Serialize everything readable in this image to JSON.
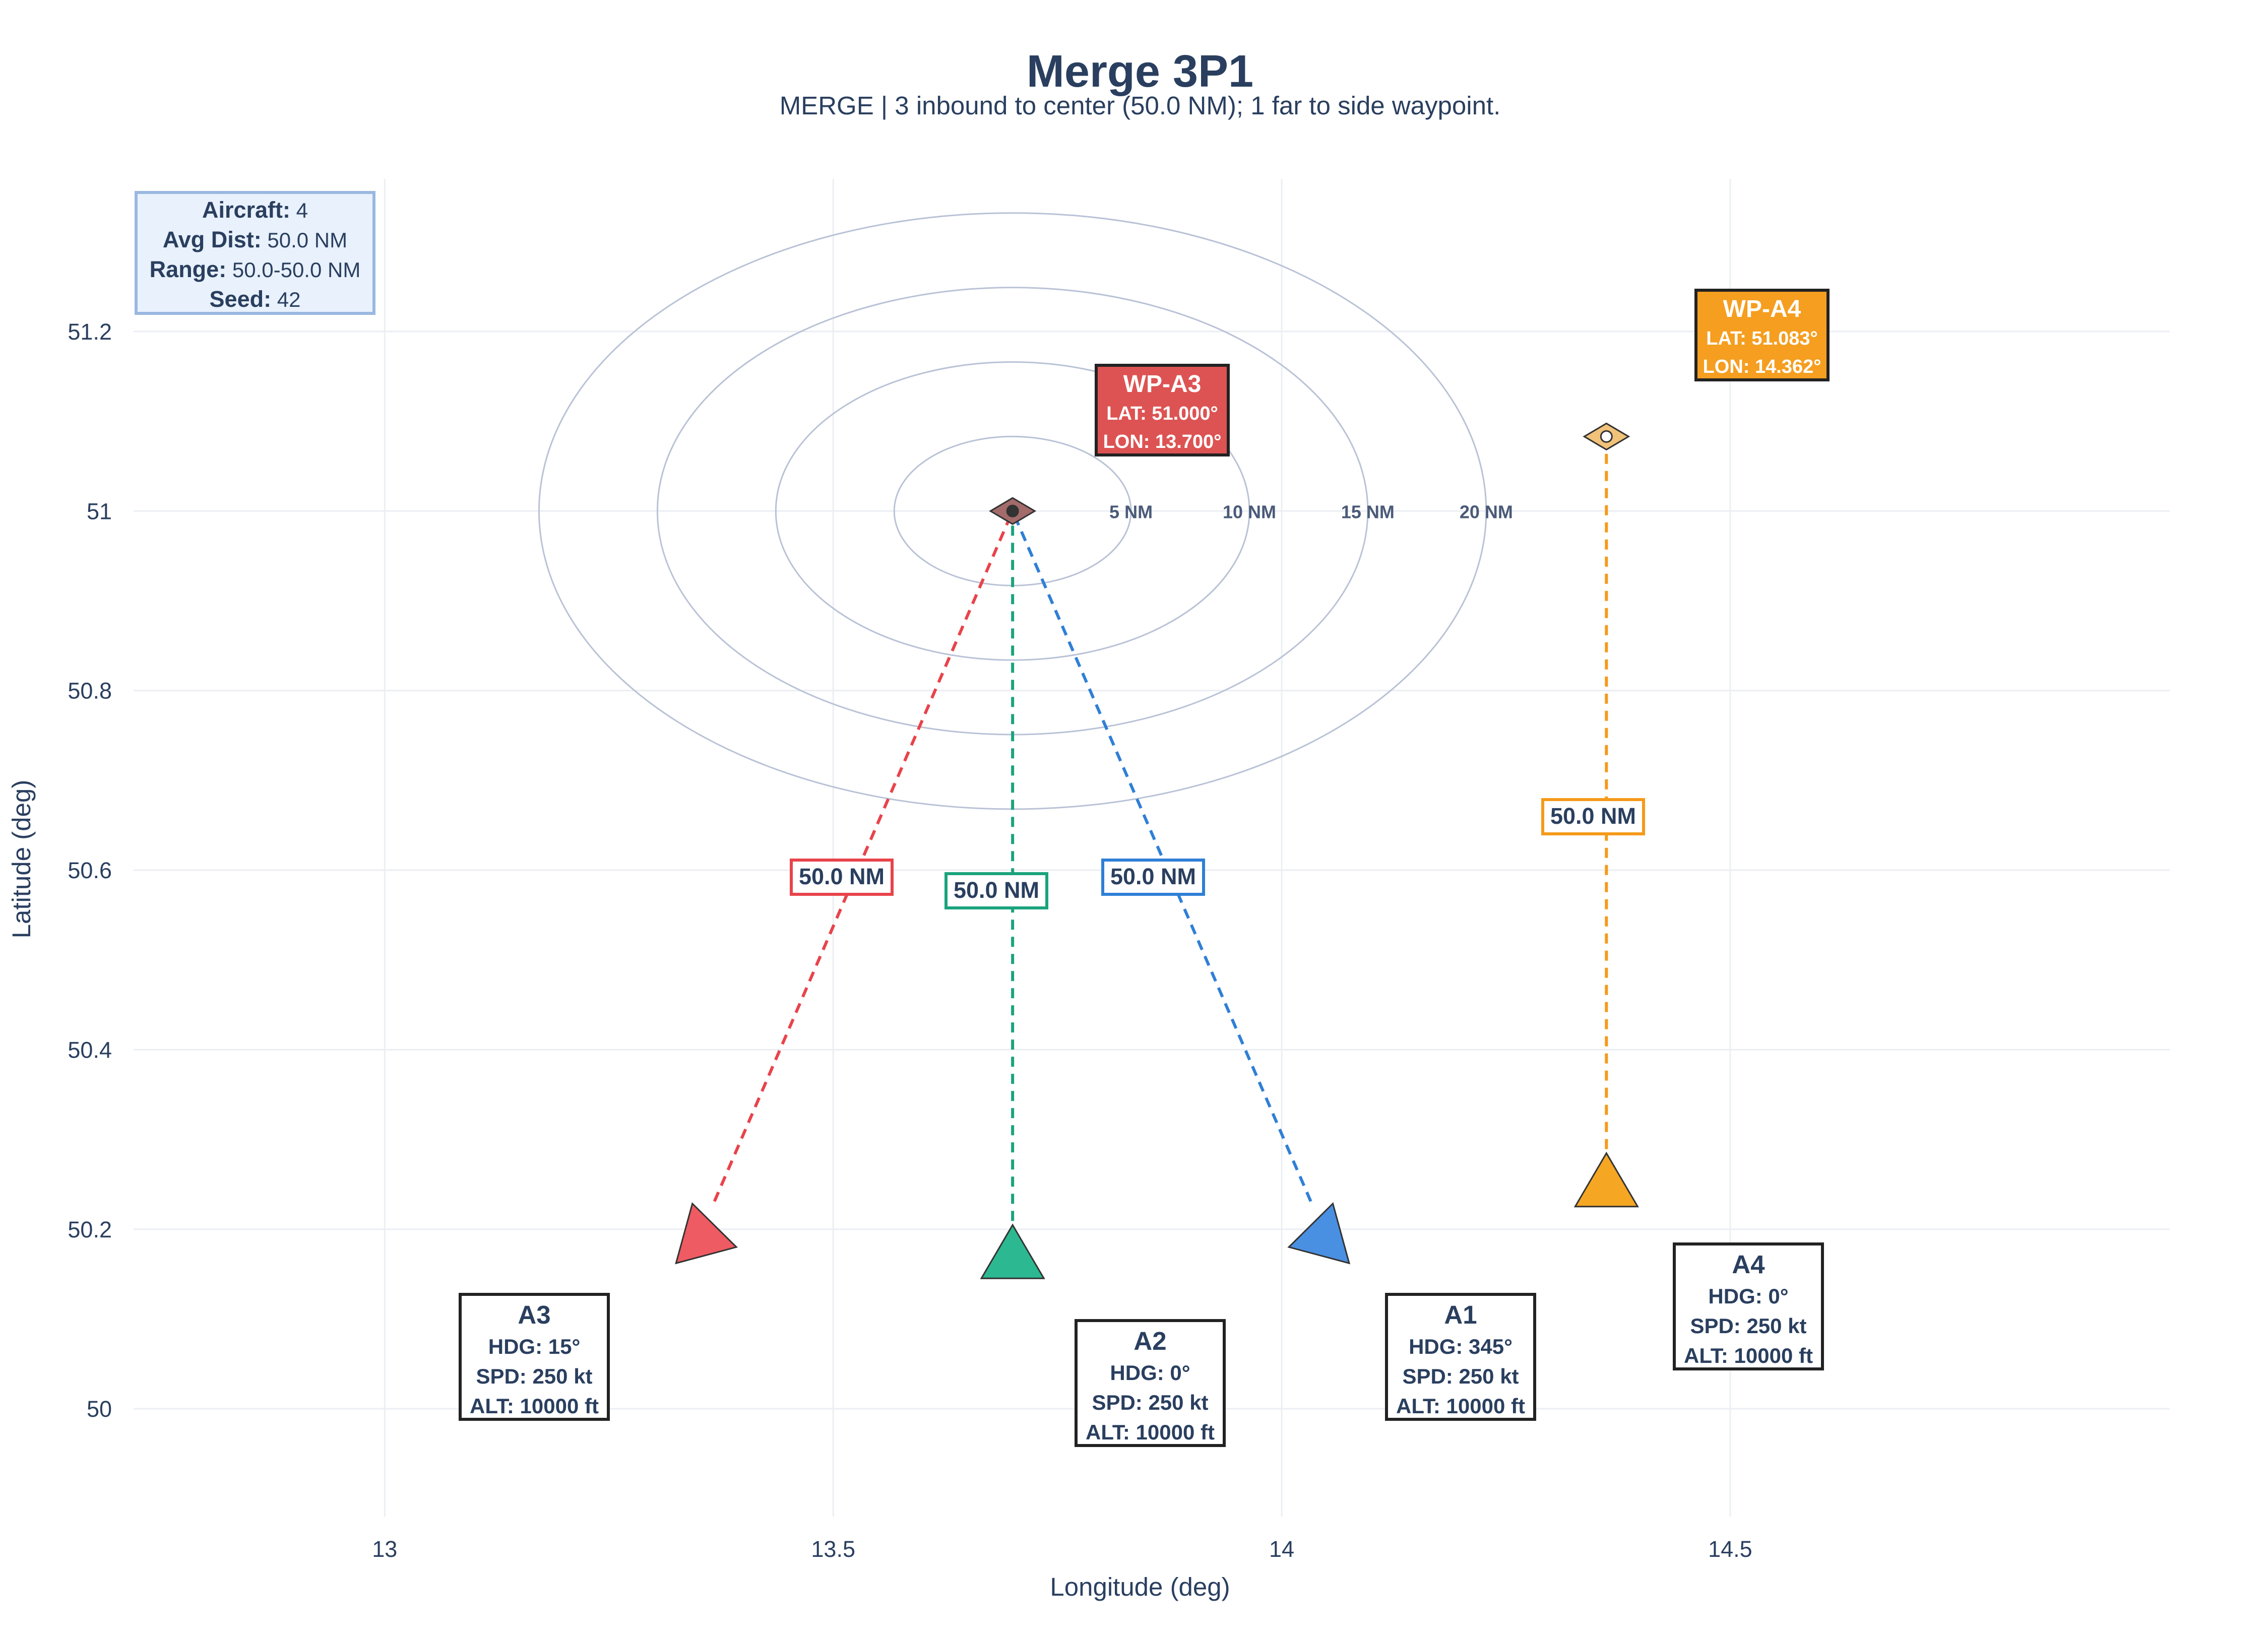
{
  "colors": {
    "title": "#2a3f5f",
    "grid": "#ebeef3",
    "ring": "#b9c2d6",
    "tick": "#2a3f5f",
    "a1": "#4a90e2",
    "a1_line": "#2f7fd6",
    "a2": "#2cb992",
    "a2_line": "#1aa37c",
    "a3": "#ef5b62",
    "a3_line": "#e8434b",
    "a4": "#f5a623",
    "a4_line": "#f59a1a",
    "wp_a3_box": "#dd5353",
    "wp_a4_box": "#f59e1f",
    "info_box": "#e8f1fc",
    "info_border": "#9ab8e0"
  },
  "chart_data": {
    "type": "scatter",
    "title": "Merge 3P1",
    "subtitle": "MERGE | 3 inbound to center (50.0 NM); 1 far to side waypoint.",
    "xlabel": "Longitude (deg)",
    "ylabel": "Latitude (deg)",
    "xlim": [
      12.72,
      14.99
    ],
    "ylim": [
      49.88,
      51.37
    ],
    "xticks": [
      13,
      13.5,
      14,
      14.5
    ],
    "xtick_labels": [
      "13",
      "13.5",
      "14",
      "14.5"
    ],
    "yticks": [
      50,
      50.2,
      50.4,
      50.6,
      50.8,
      51,
      51.2
    ],
    "ytick_labels": [
      "50",
      "50.2",
      "50.4",
      "50.6",
      "50.8",
      "51",
      "51.2"
    ],
    "grid": true,
    "info_box": {
      "lines": [
        {
          "label": "Aircraft:",
          "value": "4"
        },
        {
          "label": "Avg Dist:",
          "value": "50.0 NM"
        },
        {
          "label": "Range:",
          "value": "50.0-50.0 NM"
        },
        {
          "label": "Seed:",
          "value": "42"
        }
      ]
    },
    "center": {
      "lon": 13.7,
      "lat": 51.0
    },
    "range_rings": [
      {
        "label": "5 NM",
        "rx": 0.132,
        "ry": 0.083
      },
      {
        "label": "10 NM",
        "rx": 0.264,
        "ry": 0.166
      },
      {
        "label": "15 NM",
        "rx": 0.396,
        "ry": 0.249
      },
      {
        "label": "20 NM",
        "rx": 0.528,
        "ry": 0.332
      }
    ],
    "waypoints": [
      {
        "id": "a3",
        "name": "WP-A3",
        "lat_text": "LAT: 51.000°",
        "lon_text": "LON: 13.700°",
        "lon": 13.7,
        "lat": 51.0
      },
      {
        "id": "a4",
        "name": "WP-A4",
        "lat_text": "LAT: 51.083°",
        "lon_text": "LON: 14.362°",
        "lon": 14.362,
        "lat": 51.083
      }
    ],
    "aircraft": [
      {
        "id": "a1",
        "name": "A1",
        "hdg": "HDG: 345°",
        "spd": "SPD: 250 kt",
        "alt": "ALT: 10000 ft",
        "lon": 14.048,
        "lat": 50.195,
        "heading": 345,
        "target_lon": 13.7,
        "target_lat": 51.0,
        "dist_label": "50.0 NM"
      },
      {
        "id": "a2",
        "name": "A2",
        "hdg": "HDG: 0°",
        "spd": "SPD: 250 kt",
        "alt": "ALT: 10000 ft",
        "lon": 13.7,
        "lat": 50.17,
        "heading": 0,
        "target_lon": 13.7,
        "target_lat": 51.0,
        "dist_label": "50.0 NM"
      },
      {
        "id": "a3",
        "name": "A3",
        "hdg": "HDG: 15°",
        "spd": "SPD: 250 kt",
        "alt": "ALT: 10000 ft",
        "lon": 13.352,
        "lat": 50.195,
        "heading": 15,
        "target_lon": 13.7,
        "target_lat": 51.0,
        "dist_label": "50.0 NM"
      },
      {
        "id": "a4",
        "name": "A4",
        "hdg": "HDG: 0°",
        "spd": "SPD: 250 kt",
        "alt": "ALT: 10000 ft",
        "lon": 14.362,
        "lat": 50.25,
        "heading": 0,
        "target_lon": 14.362,
        "target_lat": 51.083,
        "dist_label": "50.0 NM"
      }
    ]
  }
}
